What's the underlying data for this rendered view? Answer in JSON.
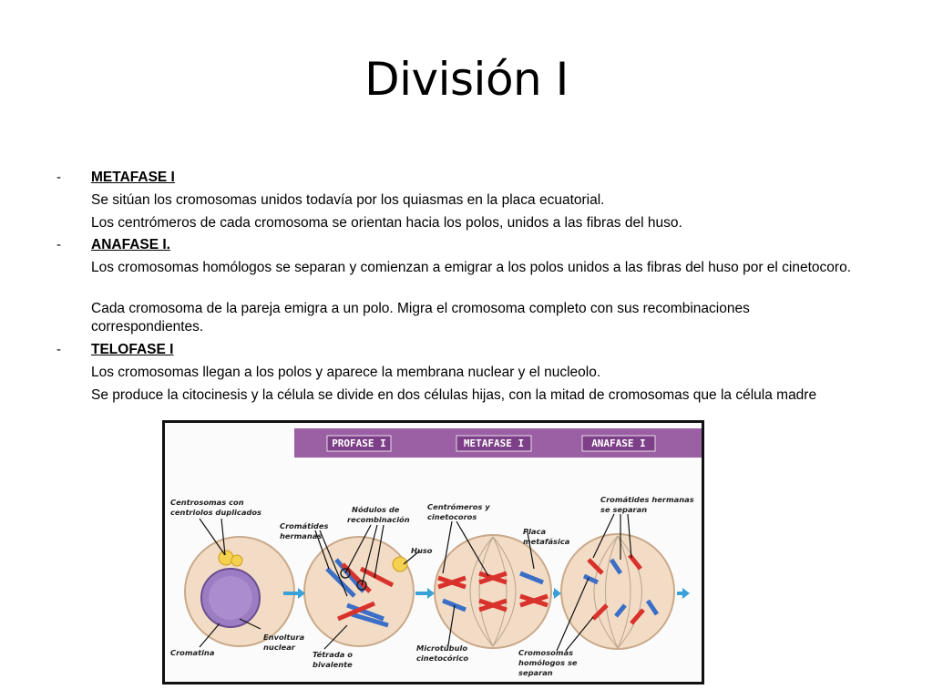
{
  "title": "División I",
  "sections": [
    {
      "bullet": "-",
      "heading": "METAFASE I",
      "paragraphs": [
        "Se sitúan los cromosomas unidos todavía por los quiasmas en la placa ecuatorial.",
        "Los centrómeros de cada cromosoma se orientan hacia los polos, unidos a las fibras del huso."
      ]
    },
    {
      "bullet": "-",
      "heading": "ANAFASE I.",
      "paragraphs": [
        "Los cromosomas homólogos  se separan y comienzan a emigrar a los polos unidos a las fibras del huso por el cinetocoro.",
        "Cada cromosoma de la pareja emigra a un polo. Migra el cromosoma completo con sus recombinaciones correspondientes."
      ]
    },
    {
      "bullet": "-",
      "heading": "TELOFASE I",
      "paragraphs": [
        "Los cromosomas llegan a los polos y aparece la membrana nuclear y el nucleolo.",
        "Se produce la citocinesis y la célula se divide en dos células hijas, con la mitad de cromosomas que la célula madre"
      ]
    }
  ],
  "figure": {
    "phase_labels": [
      "PROFASE I",
      "METAFASE I",
      "ANAFASE I"
    ],
    "labels": {
      "centrosomas_1": "Centrosomas con",
      "centrosomas_2": "centriolos duplicados",
      "cromatidas_1": "Cromátides",
      "cromatidas_2": "hermanas",
      "nodulos_1": "Nódulos de",
      "nodulos_2": "recombinación",
      "huso": "Huso",
      "centromeros_1": "Centrómeros y",
      "centromeros_2": "cinetocoros",
      "placa_1": "Placa",
      "placa_2": "metafásica",
      "crom_sep_1": "Cromátides hermanas",
      "crom_sep_2": "se separan",
      "envoltura_1": "Envoltura",
      "envoltura_2": "nuclear",
      "cromatina": "Cromatina",
      "tetrada_1": "Tétrada o",
      "tetrada_2": "bivalente",
      "microtubulo_1": "Microtúbulo",
      "microtubulo_2": "cinetocórico",
      "homologos_1": "Cromosomas",
      "homologos_2": "homólogos se",
      "homologos_3": "separan"
    },
    "colors": {
      "band": "#9b5fa3",
      "band_box": "#7d3f87",
      "arrow": "#3aa0d8",
      "red": "#d9312b",
      "blue": "#3b6fc7"
    }
  }
}
